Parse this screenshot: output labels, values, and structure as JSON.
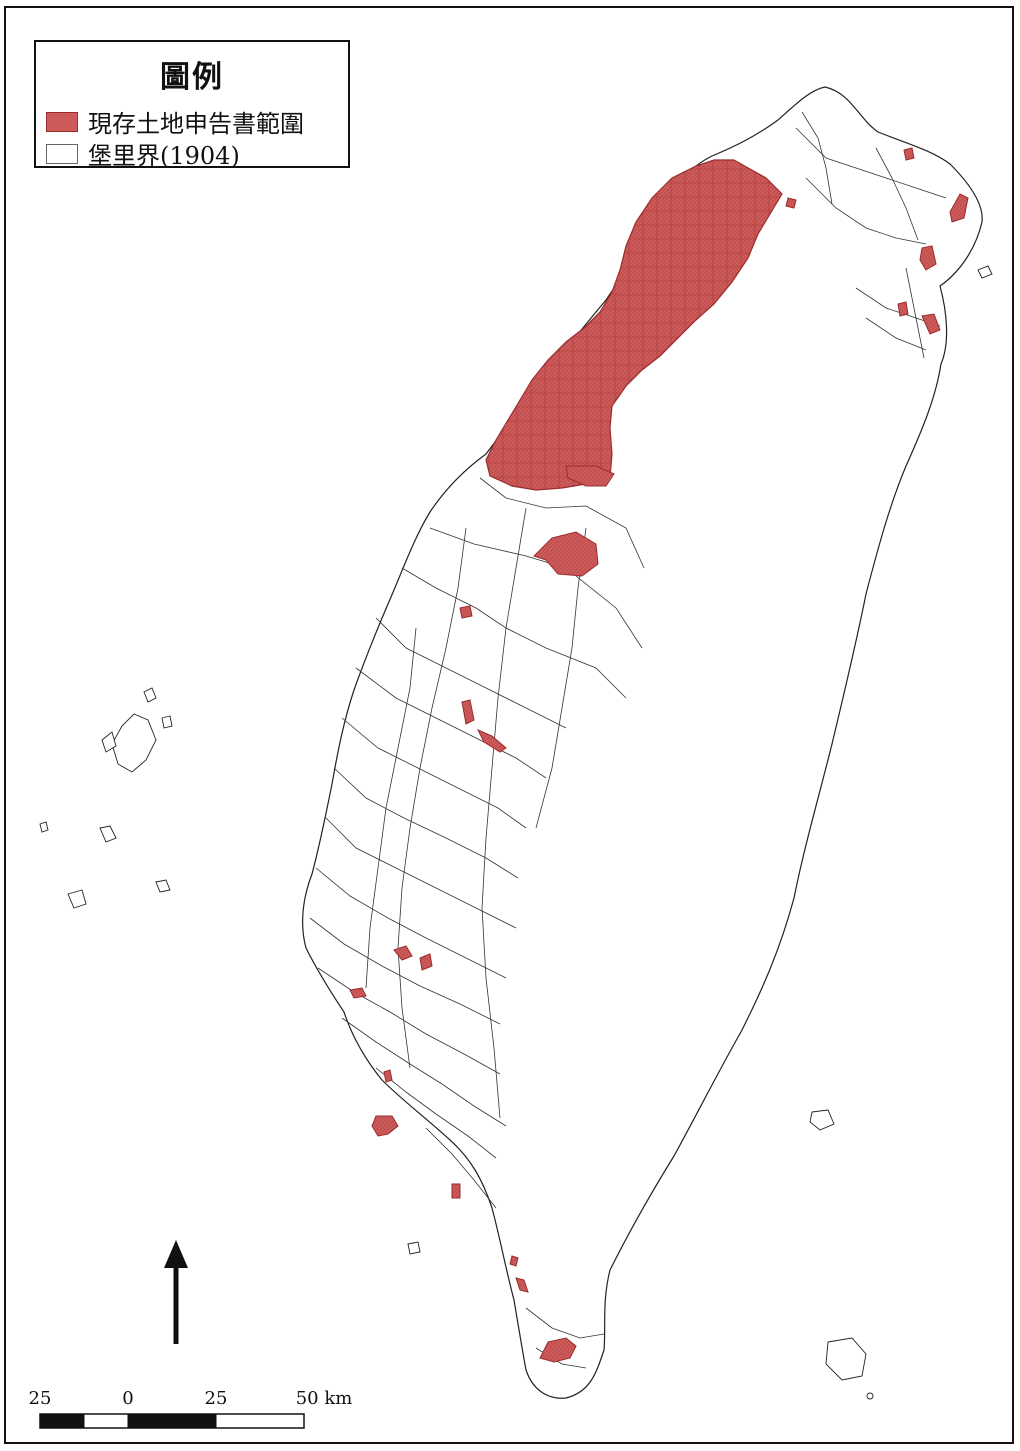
{
  "legend": {
    "title": "圖例",
    "items": [
      {
        "label": "現存土地申告書範圍",
        "color": "#cf5a5a"
      },
      {
        "label": "堡里界(1904)",
        "color": "#ffffff"
      }
    ]
  },
  "scale_bar": {
    "labels": [
      "25",
      "0",
      "25",
      "50 km"
    ]
  },
  "north_arrow": {
    "icon": "north-arrow-icon"
  },
  "colors": {
    "highlight_fill": "#cf5a5a",
    "highlight_stroke": "#9b2c2c",
    "boundary": "#222222"
  }
}
